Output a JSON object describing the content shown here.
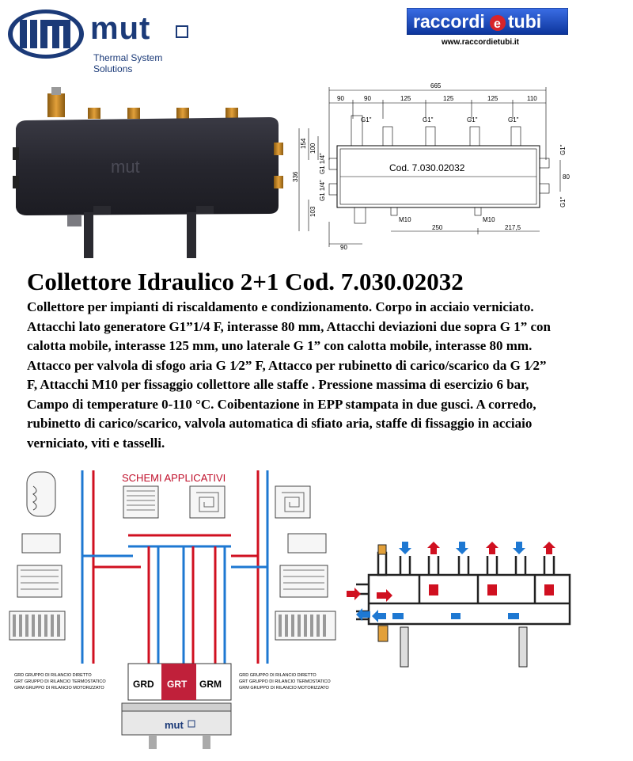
{
  "header": {
    "mut_logo_text": "mut",
    "mut_tagline": "Thermal System Solutions",
    "retailer_logo_text": "raccordi e tubi",
    "retailer_url": "www.raccordietubi.it"
  },
  "drawing": {
    "code_label": "Cod. 7.030.02032",
    "dims_top": [
      "665",
      "90",
      "90",
      "125",
      "125",
      "125",
      "110"
    ],
    "dims_left": [
      "154",
      "100",
      "336",
      "103"
    ],
    "dims_bottom": [
      "90",
      "250",
      "217,5"
    ],
    "dims_right": [
      "80"
    ],
    "fitting_labels": [
      "G1\"",
      "G1\"",
      "G1\"",
      "G1\"",
      "G1\"",
      "G1\"",
      "G1 1/4\"",
      "G1 1/4\"",
      "M10",
      "M10"
    ]
  },
  "product": {
    "title": "Collettore Idraulico 2+1 Cod. 7.030.02032",
    "description": "Collettore per impianti di riscaldamento e condizionamento. Corpo in acciaio verniciato. Attacchi lato generatore G1”1/4 F, interasse 80 mm, Attacchi deviazioni due sopra G 1” con calotta mobile, interasse 125 mm, uno laterale G 1” con calotta mobile, interasse 80 mm. Attacco per valvola di sfogo aria G 1⁄2” F, Attacco per rubinetto di carico/scarico da G 1⁄2” F, Attacchi M10 per fissaggio collettore alle staffe . Pressione massima di esercizio 6 bar, Campo di temperature 0-110 °C. Coibentazione in EPP stampata in due gusci. A corredo, rubinetto di carico/scarico, valvola automatica di sfiato aria, staffe di fissaggio in acciaio verniciato, viti e tasselli."
  },
  "schemes": {
    "title": "SCHEMI APPLICATIVI",
    "groups": [
      "GRD",
      "GRT",
      "GRM"
    ],
    "legend": [
      "GRD GRUPPO DI RILANCIO DIRETTO",
      "GRT GRUPPO DI RILANCIO TERMOSTATICO",
      "GRM GRUPPO DI RILANCIO MOTORIZZATO"
    ],
    "manifold_brand": "mut"
  },
  "colors": {
    "brand_blue": "#1b3a78",
    "hot_red": "#d01020",
    "cold_blue": "#1e78d2",
    "grt_red": "#c0203a",
    "insulation": "#2e2e36"
  }
}
